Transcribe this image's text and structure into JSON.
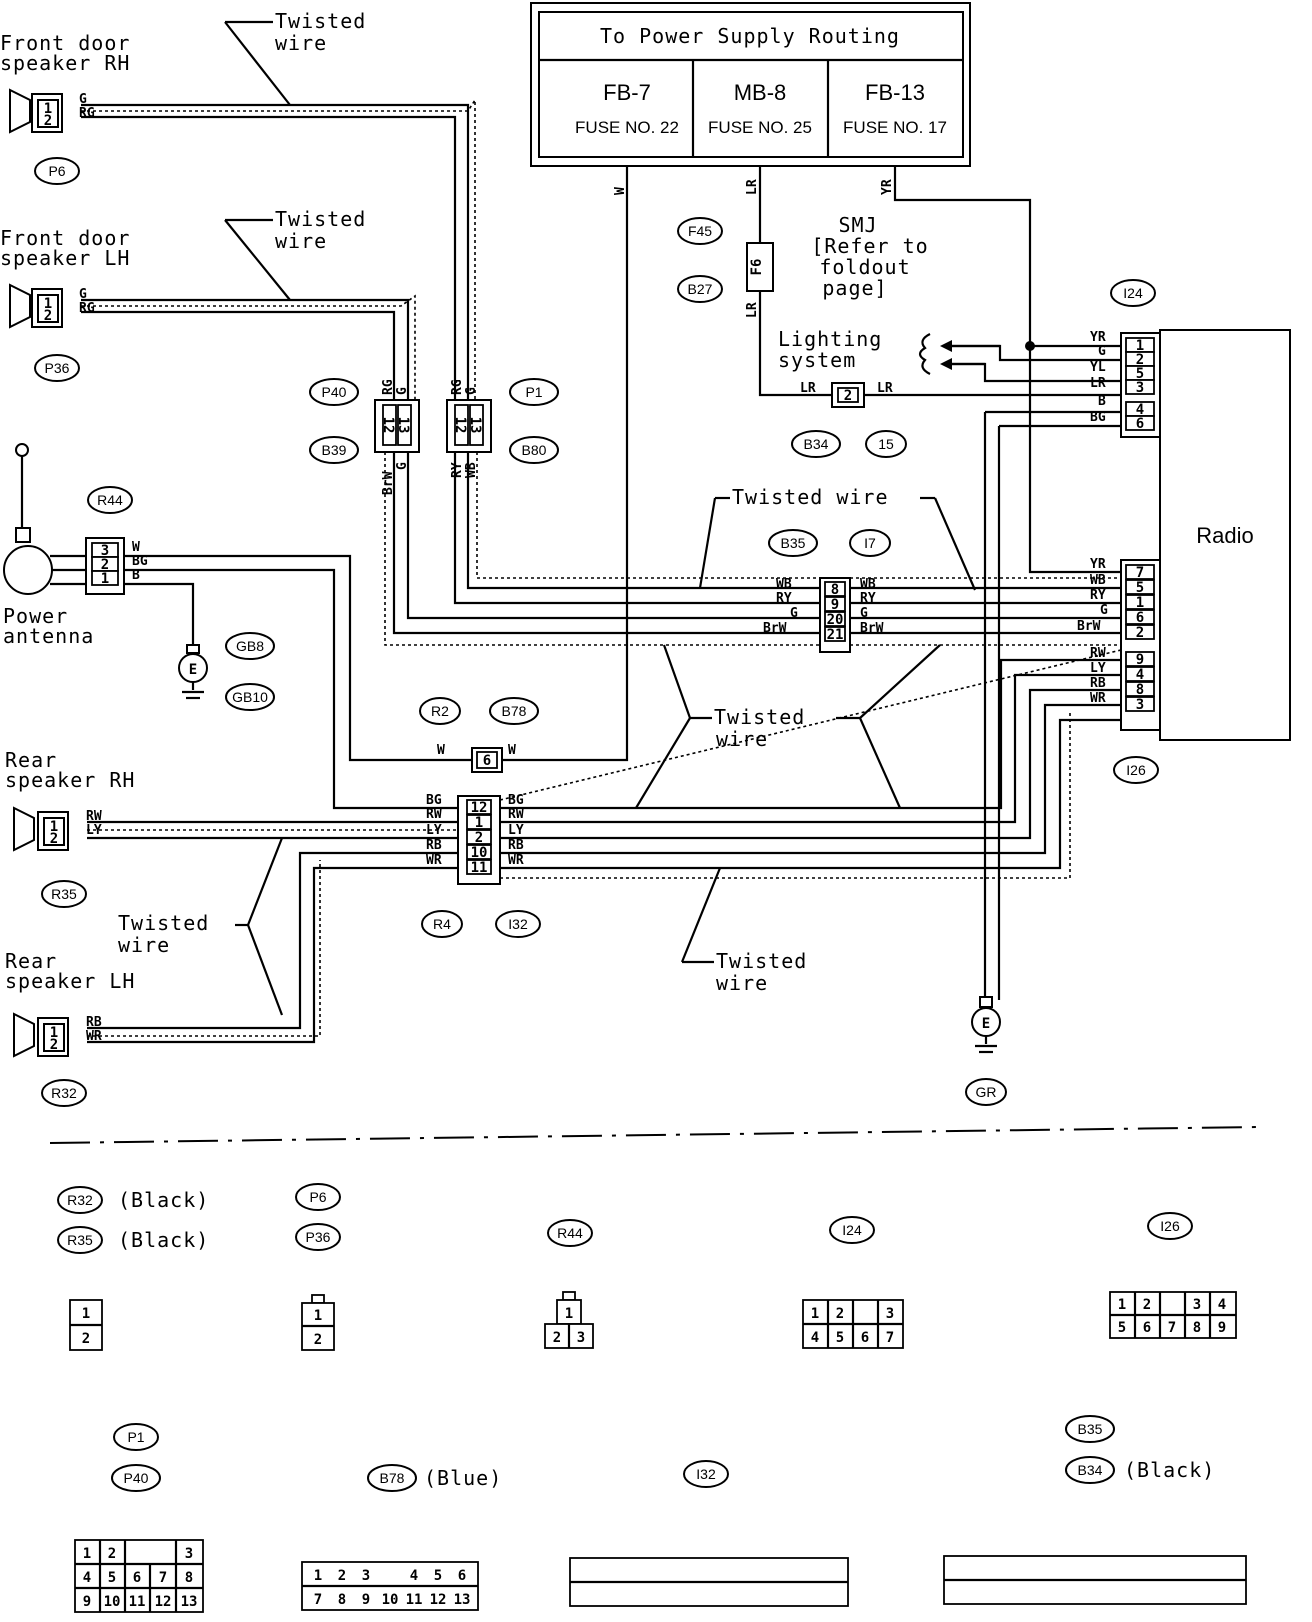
{
  "power_supply": {
    "title": "To Power Supply Routing",
    "fuses": [
      {
        "block": "FB-7",
        "fuse": "FUSE NO. 22"
      },
      {
        "block": "MB-8",
        "fuse": "FUSE NO. 25"
      },
      {
        "block": "FB-13",
        "fuse": "FUSE NO. 17"
      }
    ]
  },
  "components": {
    "front_rh_line1": "Front door",
    "front_rh_line2": "speaker RH",
    "front_lh_line1": "Front door",
    "front_lh_line2": "speaker LH",
    "antenna_line1": "Power",
    "antenna_line2": "antenna",
    "rear_rh_line1": "Rear",
    "rear_rh_line2": "speaker RH",
    "rear_lh_line1": "Rear",
    "rear_lh_line2": "speaker LH",
    "radio": "Radio",
    "lighting_line1": "Lighting",
    "lighting_line2": "system",
    "smj_line1": "SMJ",
    "smj_line2": "[Refer to",
    "smj_line3": "foldout",
    "smj_line4": "page]"
  },
  "twisted": {
    "line1": "Twisted",
    "line2": "wire",
    "single": "Twisted wire"
  },
  "tags": {
    "p6": "P6",
    "p36": "P36",
    "p40": "P40",
    "b39": "B39",
    "p1": "P1",
    "b80": "B80",
    "f45": "F45",
    "b27": "B27",
    "i24": "I24",
    "b34": "B34",
    "n15": "15",
    "r44": "R44",
    "gb8": "GB8",
    "gb10": "GB10",
    "b35": "B35",
    "n17": "I7",
    "r2": "R2",
    "b78": "B78",
    "i26": "I26",
    "r35": "R35",
    "r4": "R4",
    "i32": "I32",
    "r32": "R32",
    "gr": "GR"
  },
  "wires": {
    "g": "G",
    "rg": "RG",
    "brw": "BrW",
    "ry": "RY",
    "wb": "WB",
    "w": "W",
    "bg": "BG",
    "b": "B",
    "lr": "LR",
    "yr": "YR",
    "yl": "YL",
    "rw": "RW",
    "ly": "LY",
    "rb": "RB",
    "wr": "WR"
  },
  "pins": {
    "n1": "1",
    "n2": "2",
    "n3": "3",
    "n4": "4",
    "n5": "5",
    "n6": "6",
    "n7": "7",
    "n8": "8",
    "n9": "9",
    "n10": "10",
    "n11": "11",
    "n12": "12",
    "n13": "13",
    "n20": "20",
    "n21": "21",
    "f6": "F6",
    "e": "E"
  },
  "legend": {
    "r32": "R32",
    "r35": "R35",
    "black": "(Black)",
    "blue": "(Blue)",
    "p6": "P6",
    "p36": "P36",
    "r44": "R44",
    "i24": "I24",
    "i26": "I26",
    "p1": "P1",
    "p40": "P40",
    "b78": "B78",
    "i32": "I32",
    "b35": "B35",
    "b34": "B34"
  }
}
